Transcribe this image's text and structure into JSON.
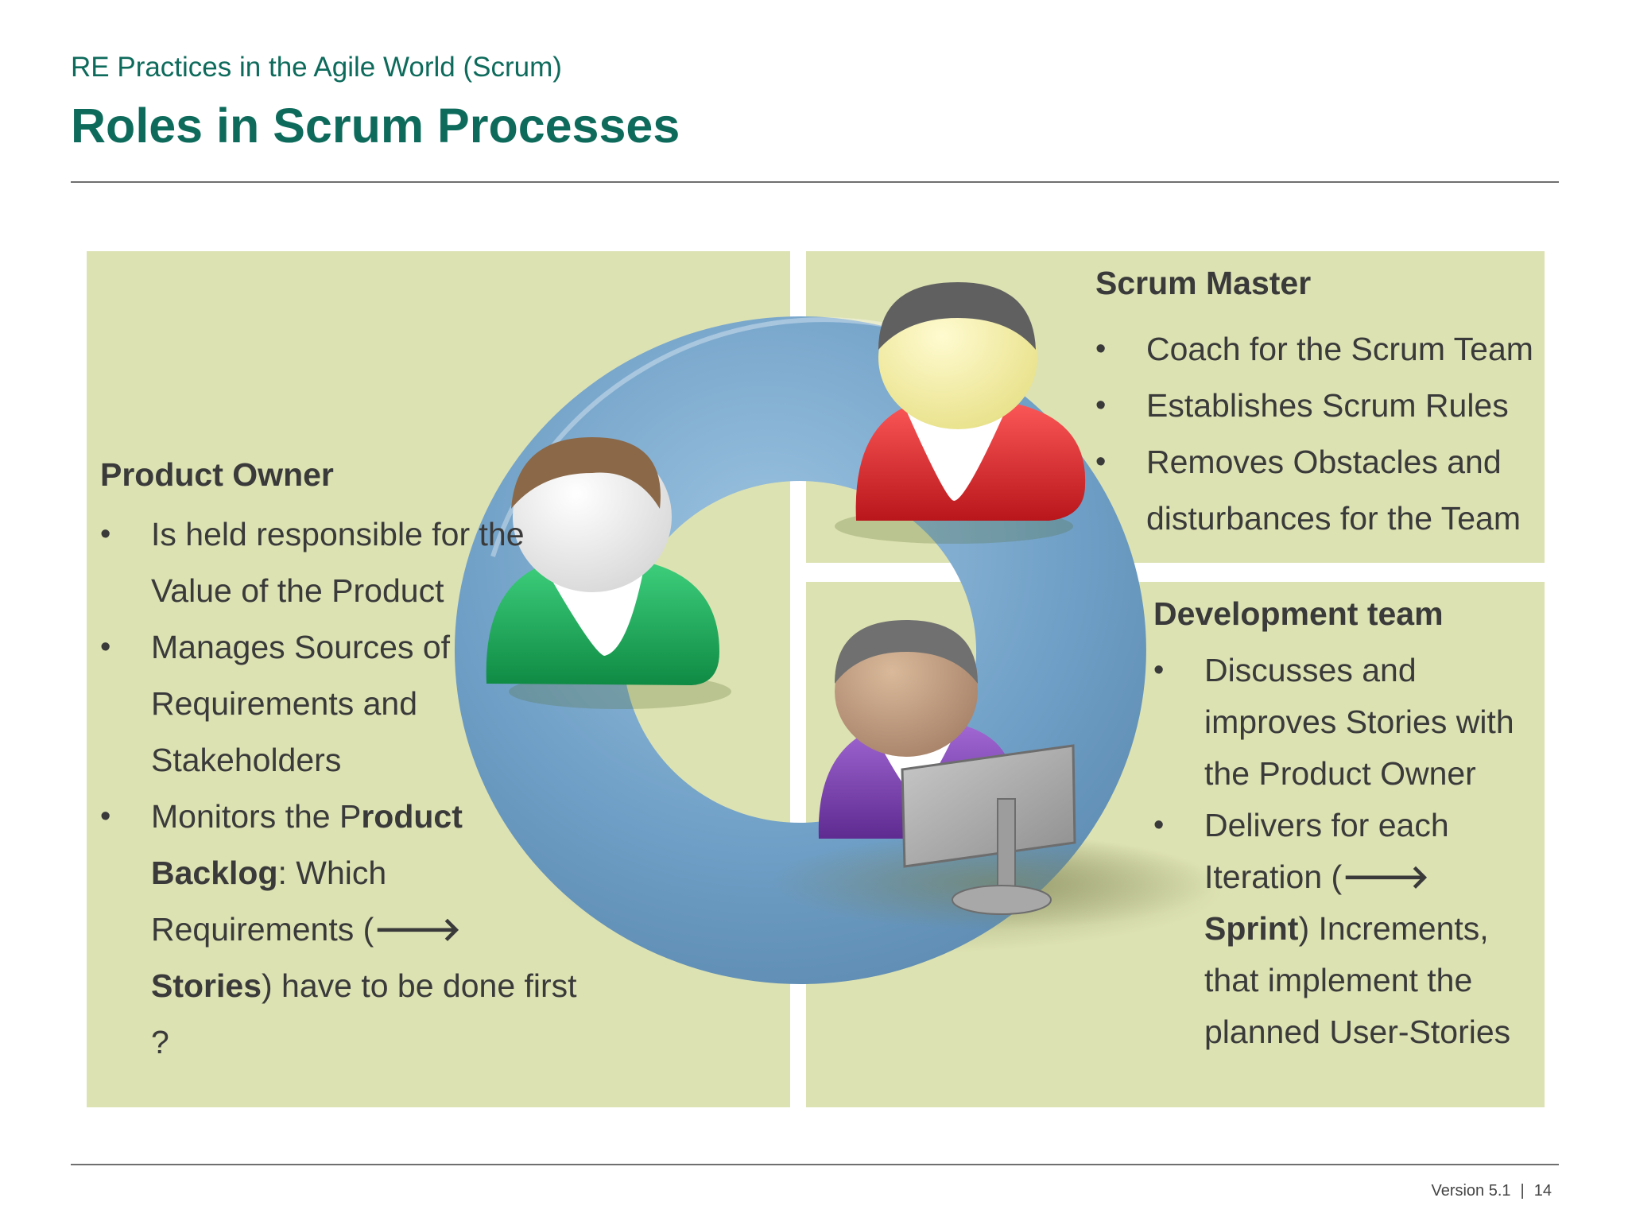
{
  "header": {
    "subtitle": "RE Practices in the Agile World (Scrum)",
    "title": "Roles in Scrum Processes"
  },
  "roles": {
    "product_owner": {
      "title": "Product Owner",
      "bullet1": "Is held responsible for the Value of the Product",
      "bullet2": "Manages Sources of Requirements and Stakeholders",
      "bullet3_a": "Monitors the P",
      "bullet3_b": "roduct Backlog",
      "bullet3_c": ": Which Requirements (",
      "bullet3_arrow": "🡒",
      "bullet3_d": "Stories",
      "bullet3_e": ") have to be done first ?"
    },
    "scrum_master": {
      "title": "Scrum Master",
      "bullet1": "Coach for the Scrum Team",
      "bullet2": "Establishes  Scrum Rules",
      "bullet3": "Removes Obstacles and disturbances  for the Team"
    },
    "development_team": {
      "title": "Development team",
      "bullet1": "Discusses  and improves  Stories with the Product Owner",
      "bullet2_a": "Delivers for each Iteration (",
      "bullet2_arrow": "🡒",
      "bullet2_b": "Sprint",
      "bullet2_c": ") Increments, that implement the planned User-Stories"
    }
  },
  "figure_colors": {
    "ring": "#6fa0c8",
    "product_owner_shirt": "#1fa659",
    "scrum_master_shirt": "#d9262b",
    "developer_shirt": "#7a3fb0",
    "panel_bg": "#dde2b2"
  },
  "footer": {
    "version": "Version 5.1",
    "separator": "|",
    "page": "14"
  }
}
